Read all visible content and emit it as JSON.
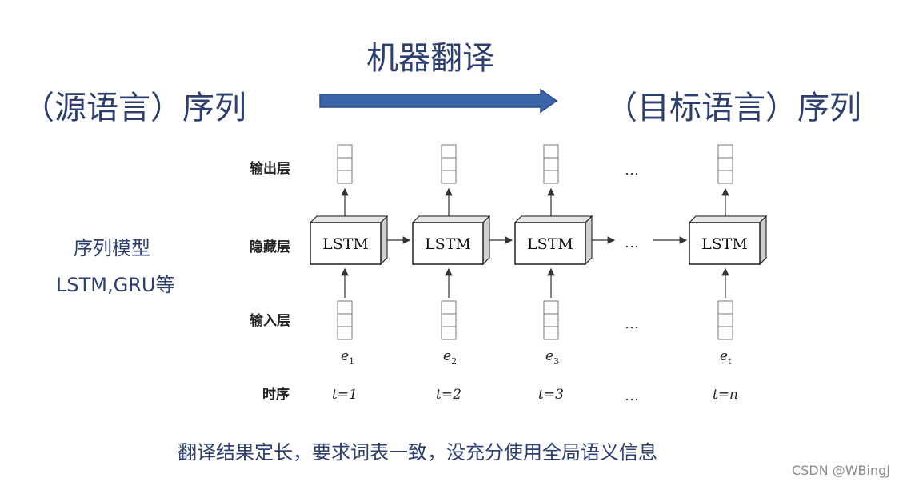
{
  "header": {
    "title": "机器翻译",
    "source": "（源语言）序列",
    "target": "（目标语言）序列"
  },
  "side_note": {
    "line1": "序列模型",
    "line2": "LSTM,GRU等"
  },
  "diagram": {
    "row_labels": {
      "output": "输出层",
      "hidden": "隐藏层",
      "input": "输入层",
      "time": "时序"
    },
    "cell_label": "LSTM",
    "ellipsis": "…",
    "steps": [
      {
        "e": "e",
        "e_sub": "1",
        "t": "t=1"
      },
      {
        "e": "e",
        "e_sub": "2",
        "t": "t=2"
      },
      {
        "e": "e",
        "e_sub": "3",
        "t": "t=3"
      },
      {
        "e": "e",
        "e_sub": "t",
        "t": "t=n"
      }
    ]
  },
  "caption": "翻译结果定长，要求词表一致，没充分使用全局语义信息",
  "watermark": "CSDN @WBingJ",
  "colors": {
    "text_blue": "#2e3f6e",
    "arrow_blue": "#3b65a8",
    "arrow_edge": "#2b4f8a"
  }
}
